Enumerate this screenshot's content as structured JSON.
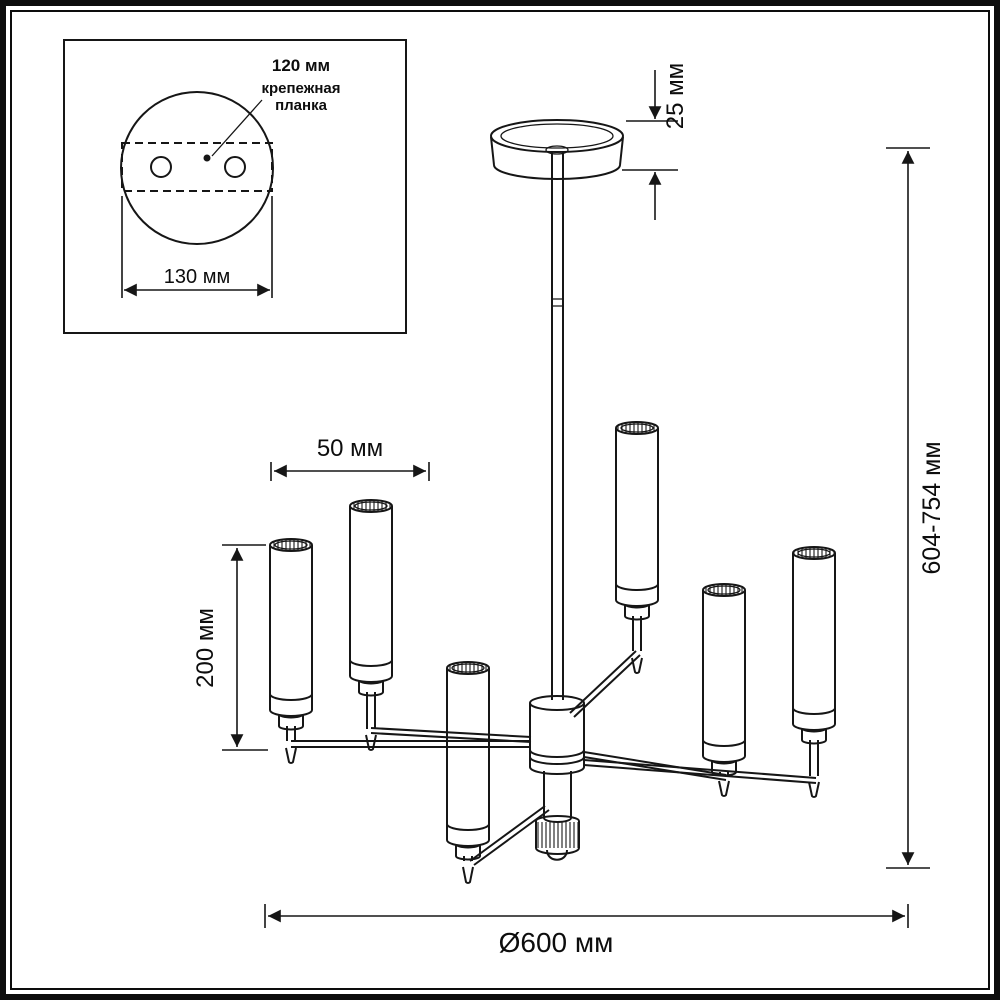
{
  "inset": {
    "dim_center": "120 мм",
    "bracket_line1": "крепежная",
    "bracket_line2": "планка",
    "dim_width": "130 мм"
  },
  "dimensions": {
    "canopy_height": "25 мм",
    "overall_height": "604-754 мм",
    "arm_offset": "50 мм",
    "shade_height": "200 мм",
    "diameter": "Ø600 мм"
  },
  "colors": {
    "line": "#161616",
    "background": "#ffffff"
  }
}
